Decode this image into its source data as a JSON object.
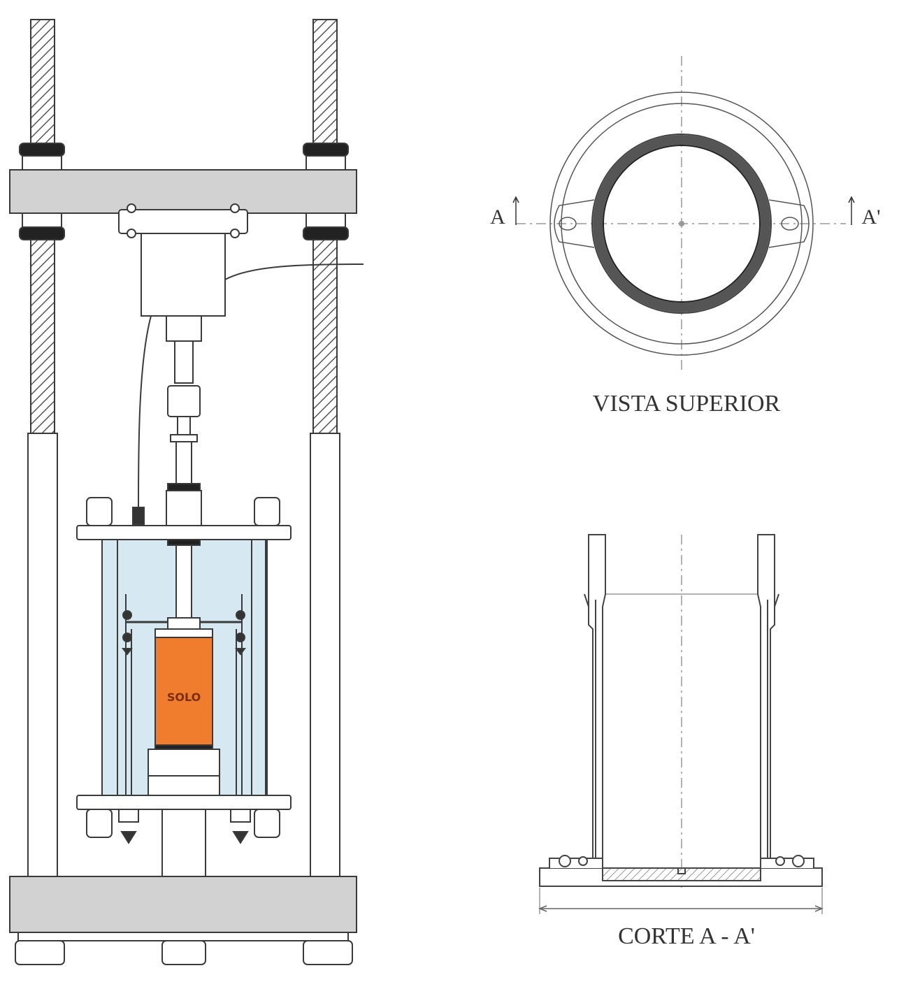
{
  "labels": {
    "specimen": "SOLO",
    "section_left": "A",
    "section_right": "A'",
    "top_view_caption": "VISTA SUPERIOR",
    "section_caption": "CORTE A - A'"
  },
  "colors": {
    "frame_fill": "#d2d2d2",
    "line": "#3a3a3a",
    "cell_water": "#d6e9f2",
    "specimen": "#f07c2e",
    "seal": "#222222",
    "hatch": "#777777"
  }
}
